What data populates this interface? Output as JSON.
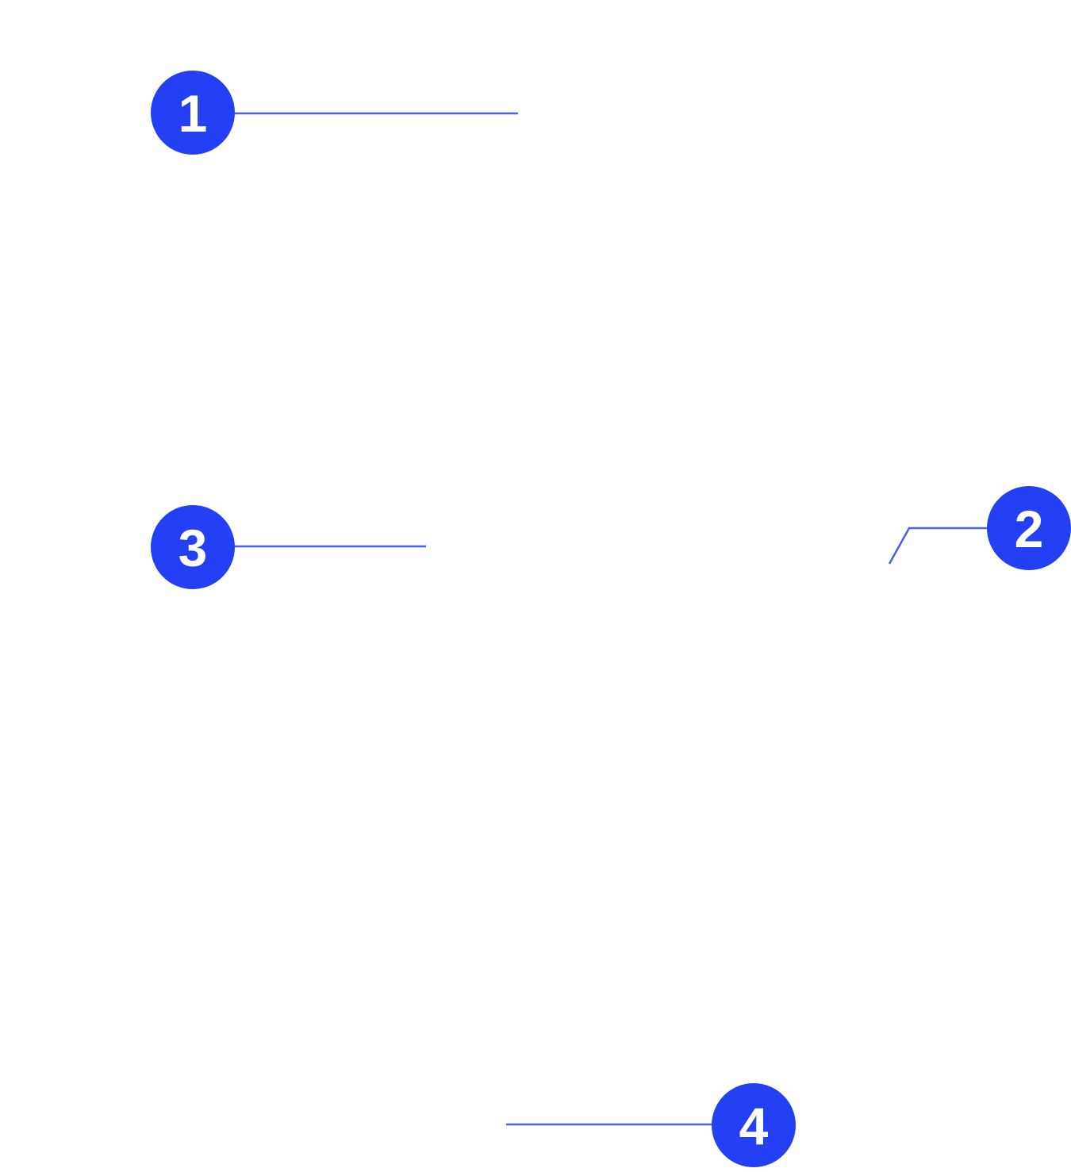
{
  "colors": {
    "callout_fill": "#2340F5",
    "leader_line": "#4B5FF0",
    "background": "#FFFFFF"
  },
  "callouts": [
    {
      "label": "1"
    },
    {
      "label": "2"
    },
    {
      "label": "3"
    },
    {
      "label": "4"
    }
  ]
}
